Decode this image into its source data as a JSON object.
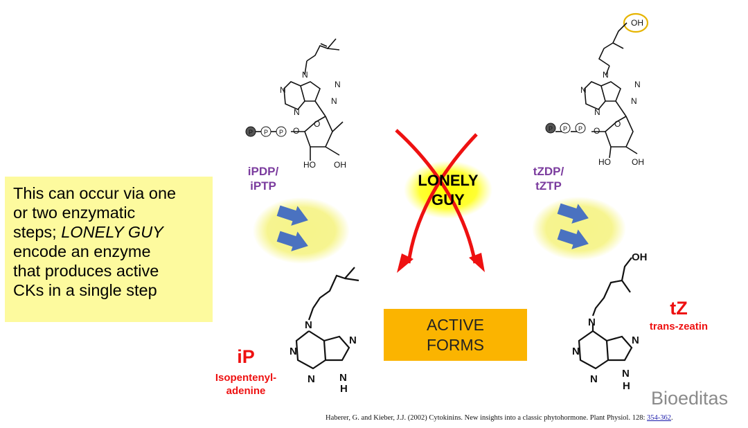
{
  "note": {
    "line1": "This can occur via one",
    "line2": "or two enzymatic",
    "line3_pre": "steps; ",
    "line3_it": "LONELY GUY",
    "line4": "encode an enzyme",
    "line5": "that produces active",
    "line6": "CKs in a single step"
  },
  "labels": {
    "ipdp_1": "iPDP/",
    "ipdp_2": "iPTP",
    "tzdp_1": "tZDP/",
    "tzdp_2": "tZTP",
    "lonely_1": "LONELY",
    "lonely_2": "GUY",
    "active_1": "ACTIVE",
    "active_2": "FORMS",
    "ip": "iP",
    "ip_name_1": "Isopentenyl-",
    "ip_name_2": "adenine",
    "tz": "tZ",
    "tz_name": "trans-zeatin"
  },
  "atoms": {
    "N": "N",
    "H": "H",
    "O": "O",
    "OH": "OH",
    "HO": "HO",
    "P": "P"
  },
  "watermark": "Bioeditas",
  "citation": {
    "text": "Haberer, G. and Kieber, J.J. (2002) Cytokinins. New insights into a classic phytohormone. Plant Physiol. 128: ",
    "link": "354-362",
    "end": "."
  },
  "colors": {
    "note_bg": "#fdfa9e",
    "active_bg": "#fbb400",
    "purple": "#7b3c9e",
    "red": "#ee1111",
    "arrow_blue": "#4472c4",
    "glow_yellow": "#f3f07a"
  }
}
